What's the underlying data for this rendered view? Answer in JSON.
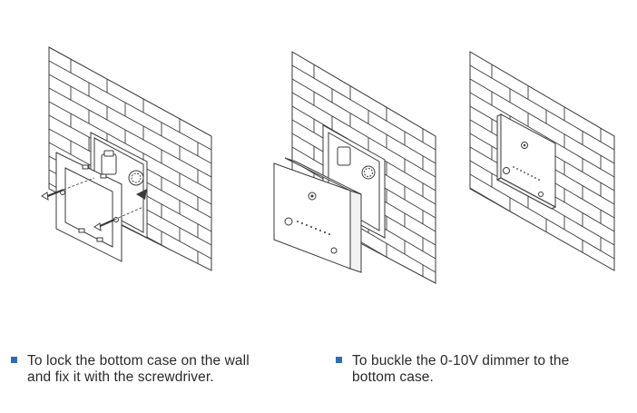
{
  "steps": [
    {
      "id": "step-1",
      "text": "To lock the bottom case on the wall\nand fix it with the screwdriver.",
      "bullet_color": "#2e6db4"
    },
    {
      "id": "step-2",
      "text": "To buckle the 0-10V dimmer to the\nbottom case.",
      "bullet_color": "#2e6db4"
    }
  ],
  "colors": {
    "line": "#3a3a3a",
    "background": "#ffffff"
  }
}
